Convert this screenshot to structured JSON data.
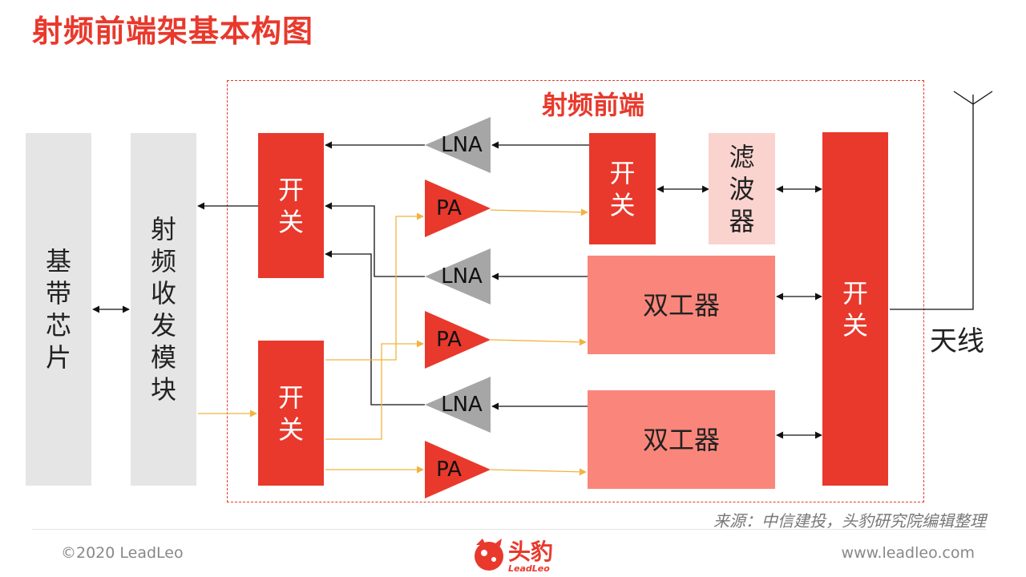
{
  "title": "射频前端架基本构图",
  "frame_label": "射频前端",
  "blocks": {
    "baseband": "基带芯片",
    "transceiver": "射频收发模块",
    "switch_rx": "开关",
    "switch_tx": "开关",
    "switch_top": "开关",
    "filter": "滤波器",
    "duplexer_1": "双工器",
    "duplexer_2": "双工器",
    "switch_antenna": "开关"
  },
  "amplifiers": {
    "lna_1": "LNA",
    "pa_1": "PA",
    "lna_2": "LNA",
    "pa_2": "PA",
    "lna_3": "LNA",
    "pa_3": "PA"
  },
  "antenna_label": "天线",
  "source": "来源：中信建投，头豹研究院编辑整理",
  "footer": {
    "copyright": "©2020 LeadLeo",
    "website": "www.leadleo.com",
    "logo_text": "头豹",
    "logo_sub": "LeadLeo"
  },
  "colors": {
    "brand_red": "#e8392c",
    "block_gray": "#e5e5e5",
    "filter_pink": "#fad3cf",
    "duplexer_salmon": "#fa867b",
    "lna_gray": "#a6a6a6",
    "tx_line_orange": "#f0b440"
  }
}
